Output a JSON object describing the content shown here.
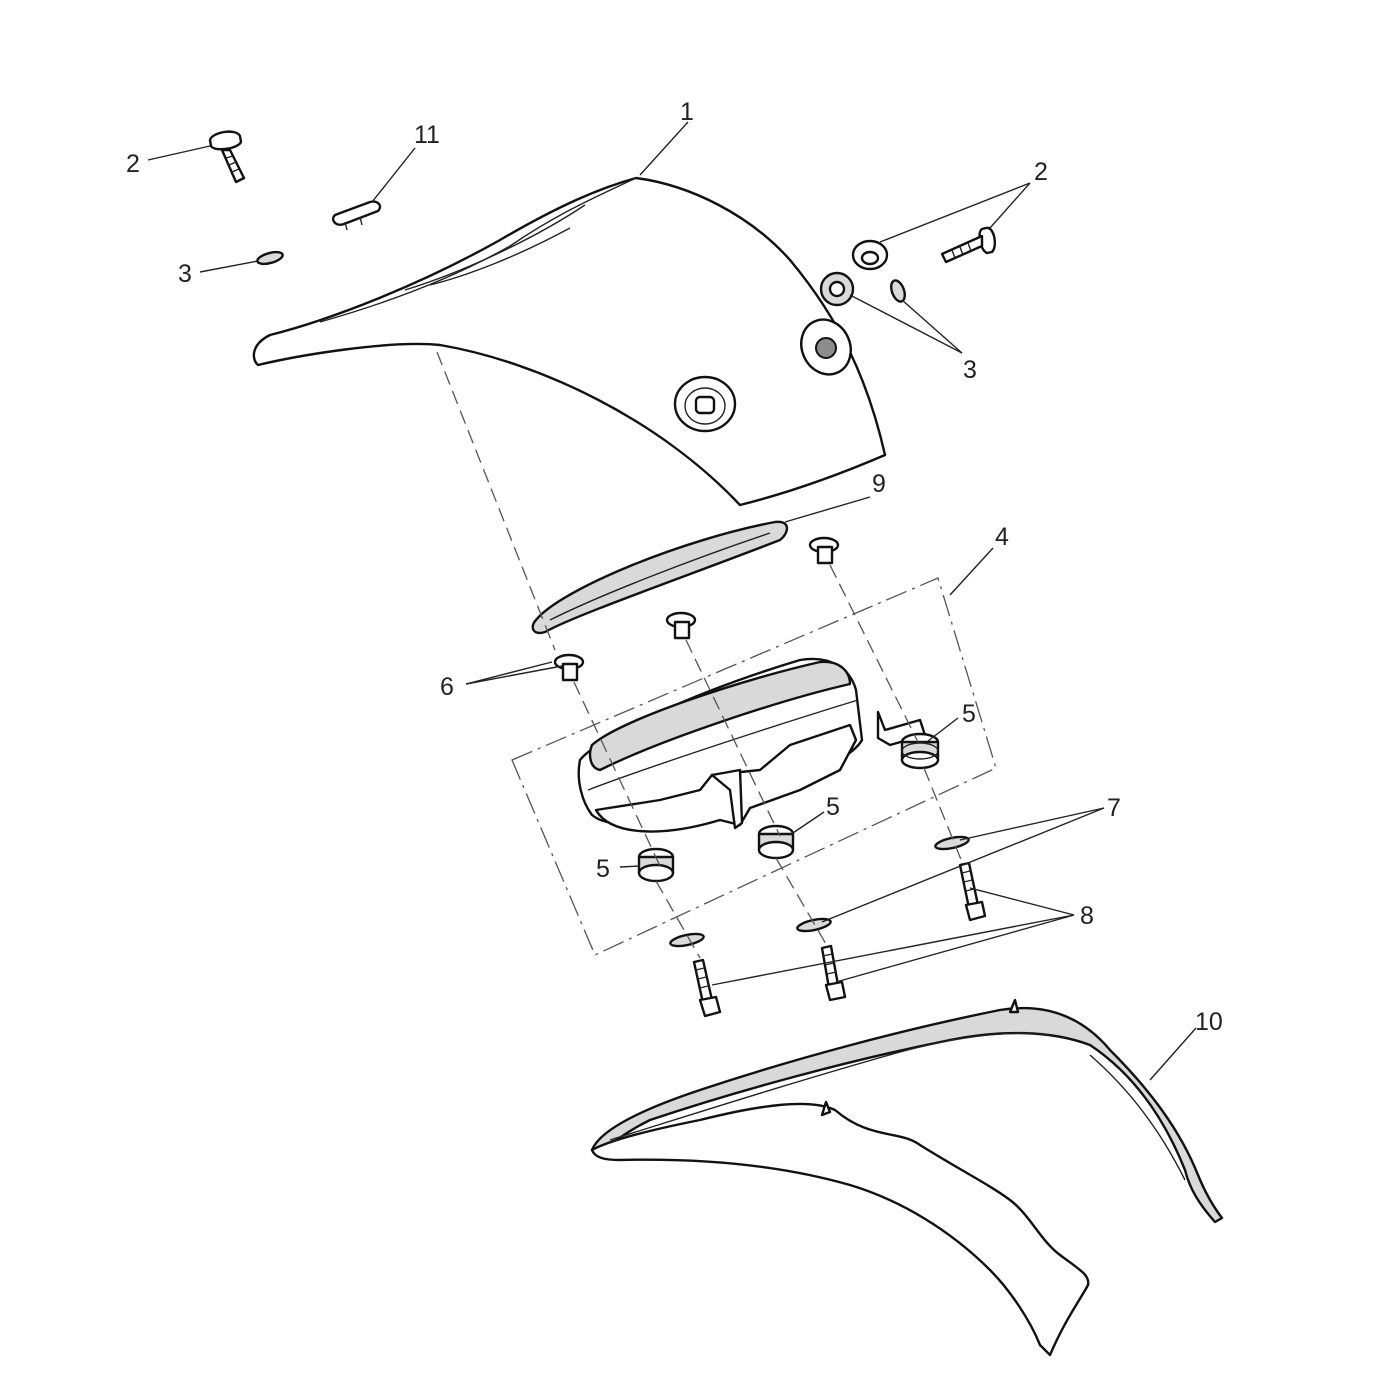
{
  "diagram": {
    "callouts": [
      {
        "id": "c1a",
        "text": "1"
      },
      {
        "id": "c2a",
        "text": "2"
      },
      {
        "id": "c2b",
        "text": "2"
      },
      {
        "id": "c3a",
        "text": "3"
      },
      {
        "id": "c3b",
        "text": "3"
      },
      {
        "id": "c4a",
        "text": "4"
      },
      {
        "id": "c5a",
        "text": "5"
      },
      {
        "id": "c5b",
        "text": "5"
      },
      {
        "id": "c5c",
        "text": "5"
      },
      {
        "id": "c6a",
        "text": "6"
      },
      {
        "id": "c7a",
        "text": "7"
      },
      {
        "id": "c8a",
        "text": "8"
      },
      {
        "id": "c9a",
        "text": "9"
      },
      {
        "id": "c10a",
        "text": "10"
      },
      {
        "id": "c11a",
        "text": "11"
      }
    ]
  }
}
